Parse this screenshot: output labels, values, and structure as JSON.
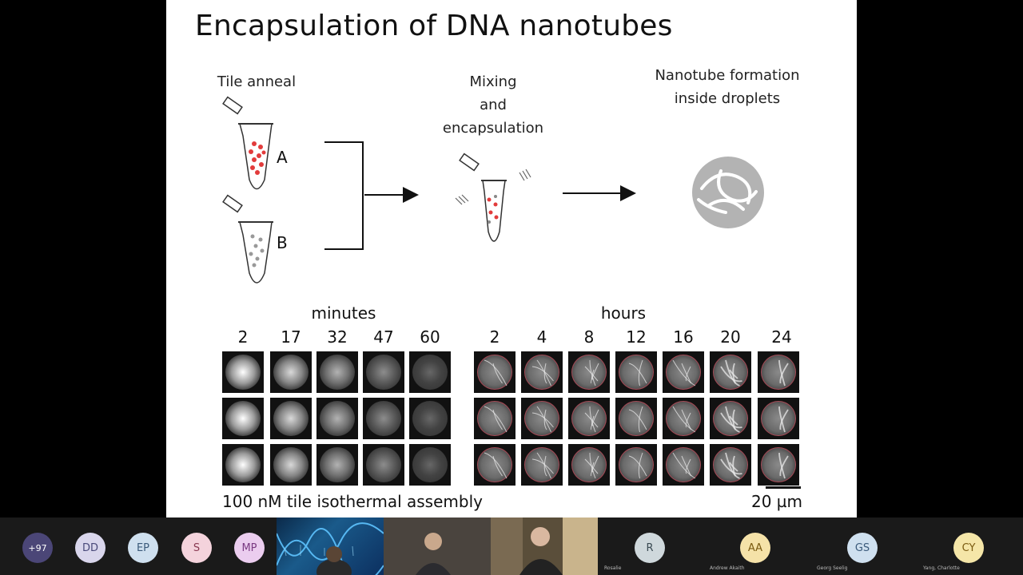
{
  "slide": {
    "title": "Encapsulation of DNA nanotubes",
    "steps": {
      "anneal": "Tile anneal",
      "mixing": [
        "Mixing",
        "and",
        "encapsulation"
      ],
      "formation": [
        "Nanotube formation",
        "inside droplets"
      ]
    },
    "tube_labels": [
      "A",
      "B"
    ],
    "minutes_label": "minutes",
    "hours_label": "hours",
    "minutes_ticks": [
      "2",
      "17",
      "32",
      "47",
      "60"
    ],
    "hours_ticks": [
      "2",
      "4",
      "8",
      "12",
      "16",
      "20",
      "24"
    ],
    "caption": "100 nM tile isothermal assembly",
    "scale_label": "20 µm"
  },
  "participants": {
    "overflow_count": "+97",
    "avatars": [
      {
        "initials": "DD",
        "color": "#d9d6ec",
        "text": "#4a4a7a"
      },
      {
        "initials": "EP",
        "color": "#cfe0ef",
        "text": "#3a5a7a"
      },
      {
        "initials": "S",
        "color": "#f4d3dc",
        "text": "#8a3a52"
      },
      {
        "initials": "MP",
        "color": "#ebcdef",
        "text": "#7a3a82"
      },
      {
        "initials": "R",
        "color": "#cfd8dc",
        "text": "#3a4a52"
      },
      {
        "initials": "AA",
        "color": "#f5e2a8",
        "text": "#7a5a10"
      },
      {
        "initials": "GS",
        "color": "#cfe0ef",
        "text": "#3a5a7a"
      },
      {
        "initials": "CY",
        "color": "#f5e6a8",
        "text": "#7a5a10"
      }
    ],
    "names": [
      "Rosalie",
      "Andrew Akaith",
      "Georg Seelig",
      "Yang, Charlotte"
    ],
    "overflow_color": "#4b4677"
  }
}
